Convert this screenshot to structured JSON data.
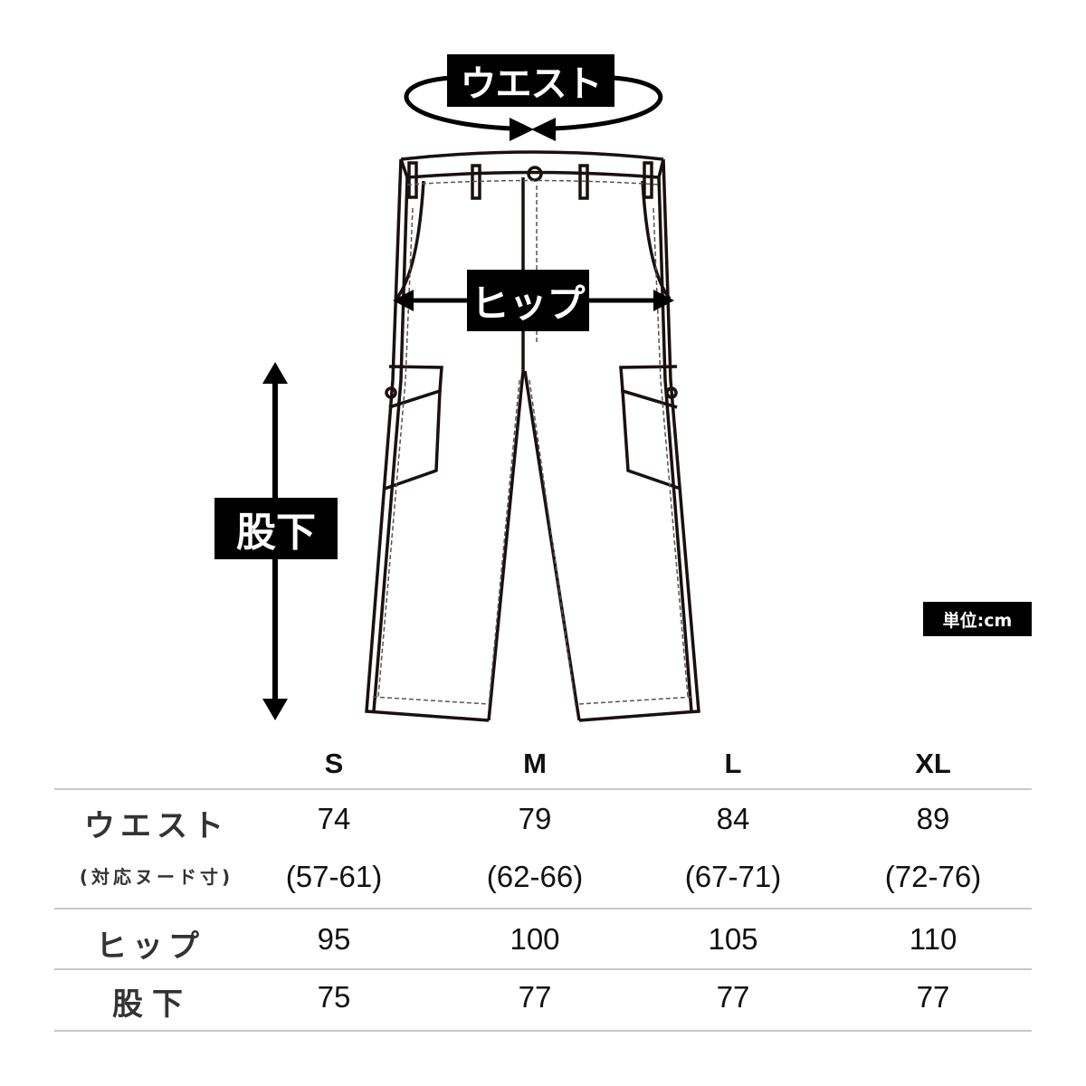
{
  "diagram": {
    "waist_label": "ウエスト",
    "hip_label": "ヒップ",
    "inseam_label": "股下",
    "unit_label": "単位:cm",
    "icons": [
      "waist-ellipse-arrows-icon",
      "hip-double-arrow-icon",
      "inseam-vertical-double-arrow-icon",
      "cargo-pants-illustration"
    ]
  },
  "size_table": {
    "columns": [
      "S",
      "M",
      "L",
      "XL"
    ],
    "rows": [
      {
        "label": "ウエスト",
        "values": [
          "74",
          "79",
          "84",
          "89"
        ]
      },
      {
        "label": "(対応ヌード寸)",
        "values": [
          "(57-61)",
          "(62-66)",
          "(67-71)",
          "(72-76)"
        ]
      },
      {
        "label": "ヒップ",
        "values": [
          "95",
          "100",
          "105",
          "110"
        ]
      },
      {
        "label": "股下",
        "values": [
          "75",
          "77",
          "77",
          "77"
        ]
      }
    ]
  },
  "colors": {
    "text": "#111111",
    "label_bg": "#000000",
    "rule": "#c8c8c8"
  }
}
